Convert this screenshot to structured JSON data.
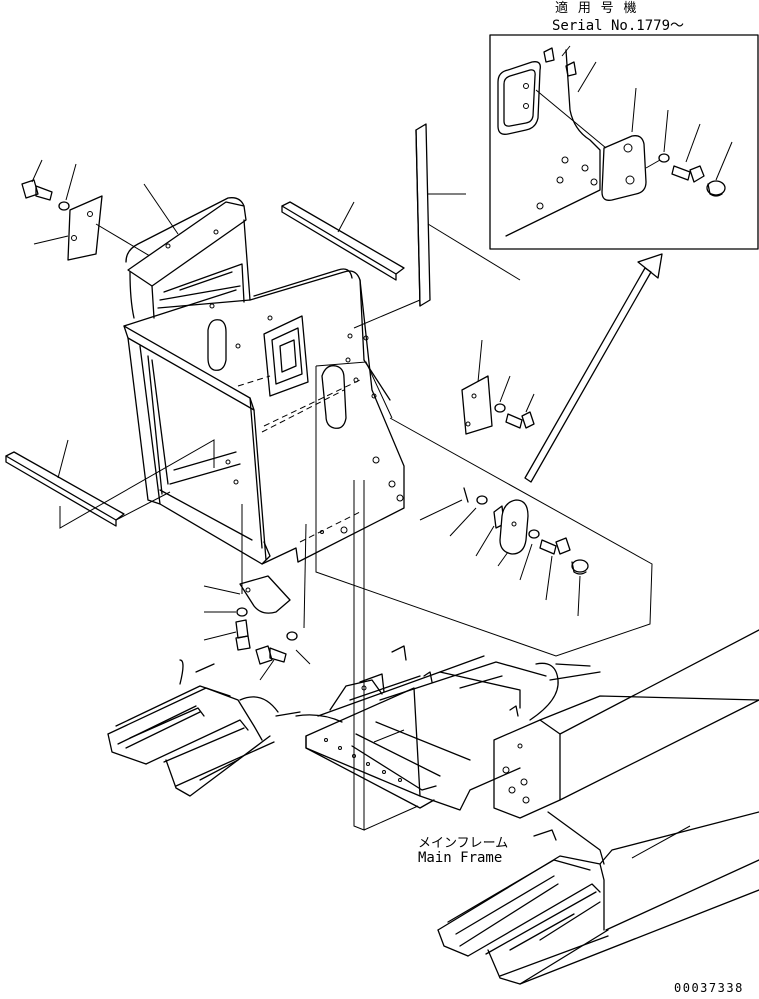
{
  "callout": {
    "title_jp": "適 用 号 機",
    "serial": "Serial No.1779～"
  },
  "frame_label": {
    "jp": "メインフレーム",
    "en": "Main Frame"
  },
  "drawing_number": "00037338"
}
